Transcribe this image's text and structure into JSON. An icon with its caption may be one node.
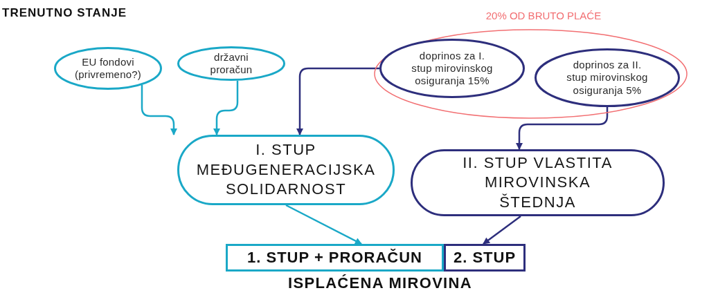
{
  "diagram": {
    "title": "TRENUTNO STANJE",
    "nodes": [
      {
        "text": [
          "EU fondovi (privremeno?)"
        ]
      },
      {
        "text": [
          "državni proračun"
        ]
      },
      {
        "text": [
          "20% OD BRUTO PLAĆE"
        ]
      },
      {
        "text": [
          "doprinos za I. stup mirovinskog osiguranja 15%"
        ],
        "in": 2
      },
      {
        "text": [
          "doprinos za II. stup mirovinskog osiguranja 5%"
        ],
        "in": 2
      },
      {
        "text": [
          "I. STUP MEĐUGENERACIJSKA SOLIDARNOST"
        ]
      },
      {
        "text": [
          "II. STUP VLASTITA MIROVINSKA ŠTEDNJA"
        ]
      },
      {
        "text": [
          "1. STUP + PRORAČUN"
        ]
      },
      {
        "text": [
          "2. STUP"
        ]
      }
    ],
    "edges": [
      {
        "from": 0,
        "to": 5,
        "arrow": "to"
      },
      {
        "from": 1,
        "to": 5,
        "arrow": "to"
      },
      {
        "from": 3,
        "to": 5,
        "arrow": "to",
        "color": "#2d2e7c"
      },
      {
        "from": 4,
        "to": 6,
        "arrow": "to",
        "color": "#2d2e7c"
      },
      {
        "from": 5,
        "to": 7,
        "arrow": "to"
      },
      {
        "from": 6,
        "to": 8,
        "arrow": "to",
        "color": "#2d2e7c"
      }
    ],
    "labels": [
      "ISPLAĆENA MIROVINA"
    ]
  }
}
